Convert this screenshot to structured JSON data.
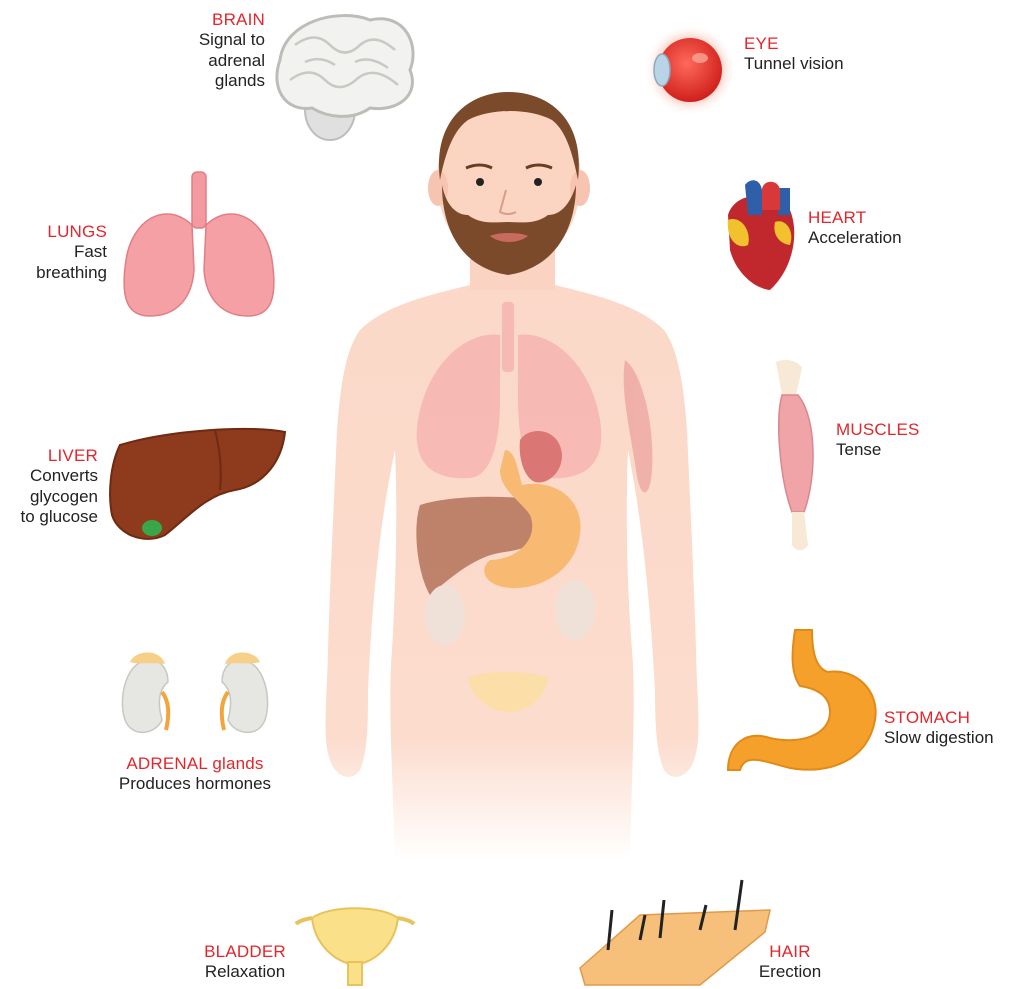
{
  "colors": {
    "title": "#e3262b",
    "text": "#222222",
    "skin": "#fbd8c8",
    "beard": "#7a4a2a",
    "lung": "#f4a0a4",
    "liver": "#8e3a1c",
    "stomach": "#f6a02c",
    "heart": "#c0282e",
    "bladder": "#fbe08a",
    "kidney": "#e6e6e2"
  },
  "labels": {
    "brain": {
      "title": "BRAIN",
      "desc": [
        "Signal to",
        "adrenal",
        "glands"
      ]
    },
    "eye": {
      "title": "EYE",
      "desc": [
        "Tunnel vision"
      ]
    },
    "lungs": {
      "title": "LUNGS",
      "desc": [
        "Fast",
        "breathing"
      ]
    },
    "heart": {
      "title": "HEART",
      "desc": [
        "Acceleration"
      ]
    },
    "liver": {
      "title": "LIVER",
      "desc": [
        "Converts",
        "glycogen",
        "to glucose"
      ]
    },
    "muscles": {
      "title": "MUSCLES",
      "desc": [
        "Tense"
      ]
    },
    "adrenal": {
      "title": "ADRENAL glands",
      "desc": [
        "Produces hormones"
      ]
    },
    "stomach": {
      "title": "STOMACH",
      "desc": [
        "Slow digestion"
      ]
    },
    "bladder": {
      "title": "BLADDER",
      "desc": [
        "Relaxation"
      ]
    },
    "hair": {
      "title": "HAIR",
      "desc": [
        "Erection"
      ]
    }
  }
}
